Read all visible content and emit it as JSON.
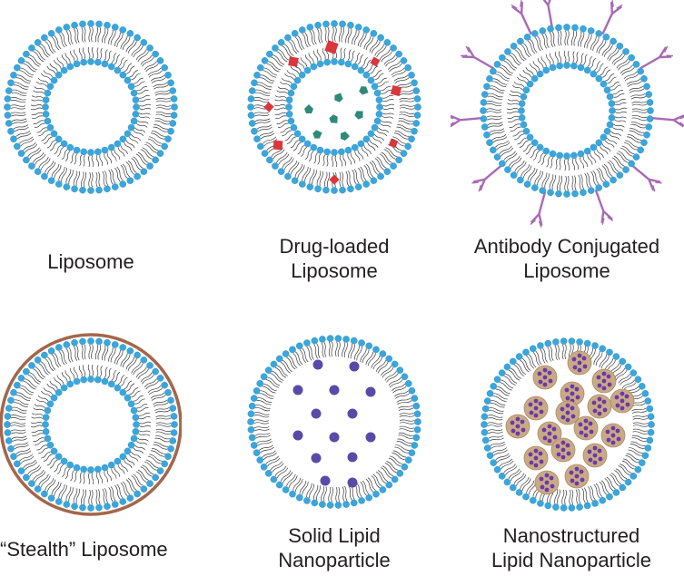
{
  "colors": {
    "head": "#3aa6dc",
    "headStroke": "#2a8cc0",
    "tail": "#3a3a3a",
    "drugRed": "#d9363e",
    "drugTeal": "#2e8a78",
    "antibody": "#a86ab4",
    "stealth": "#a4664a",
    "dot": "#5a4aa8",
    "nlcFill": "#c9aa86",
    "nlcDot": "#6a3aa6"
  },
  "panels": [
    {
      "id": "liposome",
      "kind": "bilayer",
      "label_lines": [
        "Liposome"
      ]
    },
    {
      "id": "drug",
      "kind": "bilayer",
      "label_lines": [
        "Drug-loaded",
        "Liposome"
      ]
    },
    {
      "id": "antibody",
      "kind": "bilayer",
      "label_lines": [
        "Antibody Conjugated",
        "Liposome"
      ]
    },
    {
      "id": "stealth",
      "kind": "bilayer",
      "label_lines": [
        "“Stealth” Liposome"
      ]
    },
    {
      "id": "sln",
      "kind": "monolayer",
      "label_lines": [
        "Solid Lipid",
        "Nanoparticle"
      ]
    },
    {
      "id": "nlc",
      "kind": "monolayer",
      "label_lines": [
        "Nanostructured",
        "Lipid Nanoparticle"
      ]
    }
  ]
}
